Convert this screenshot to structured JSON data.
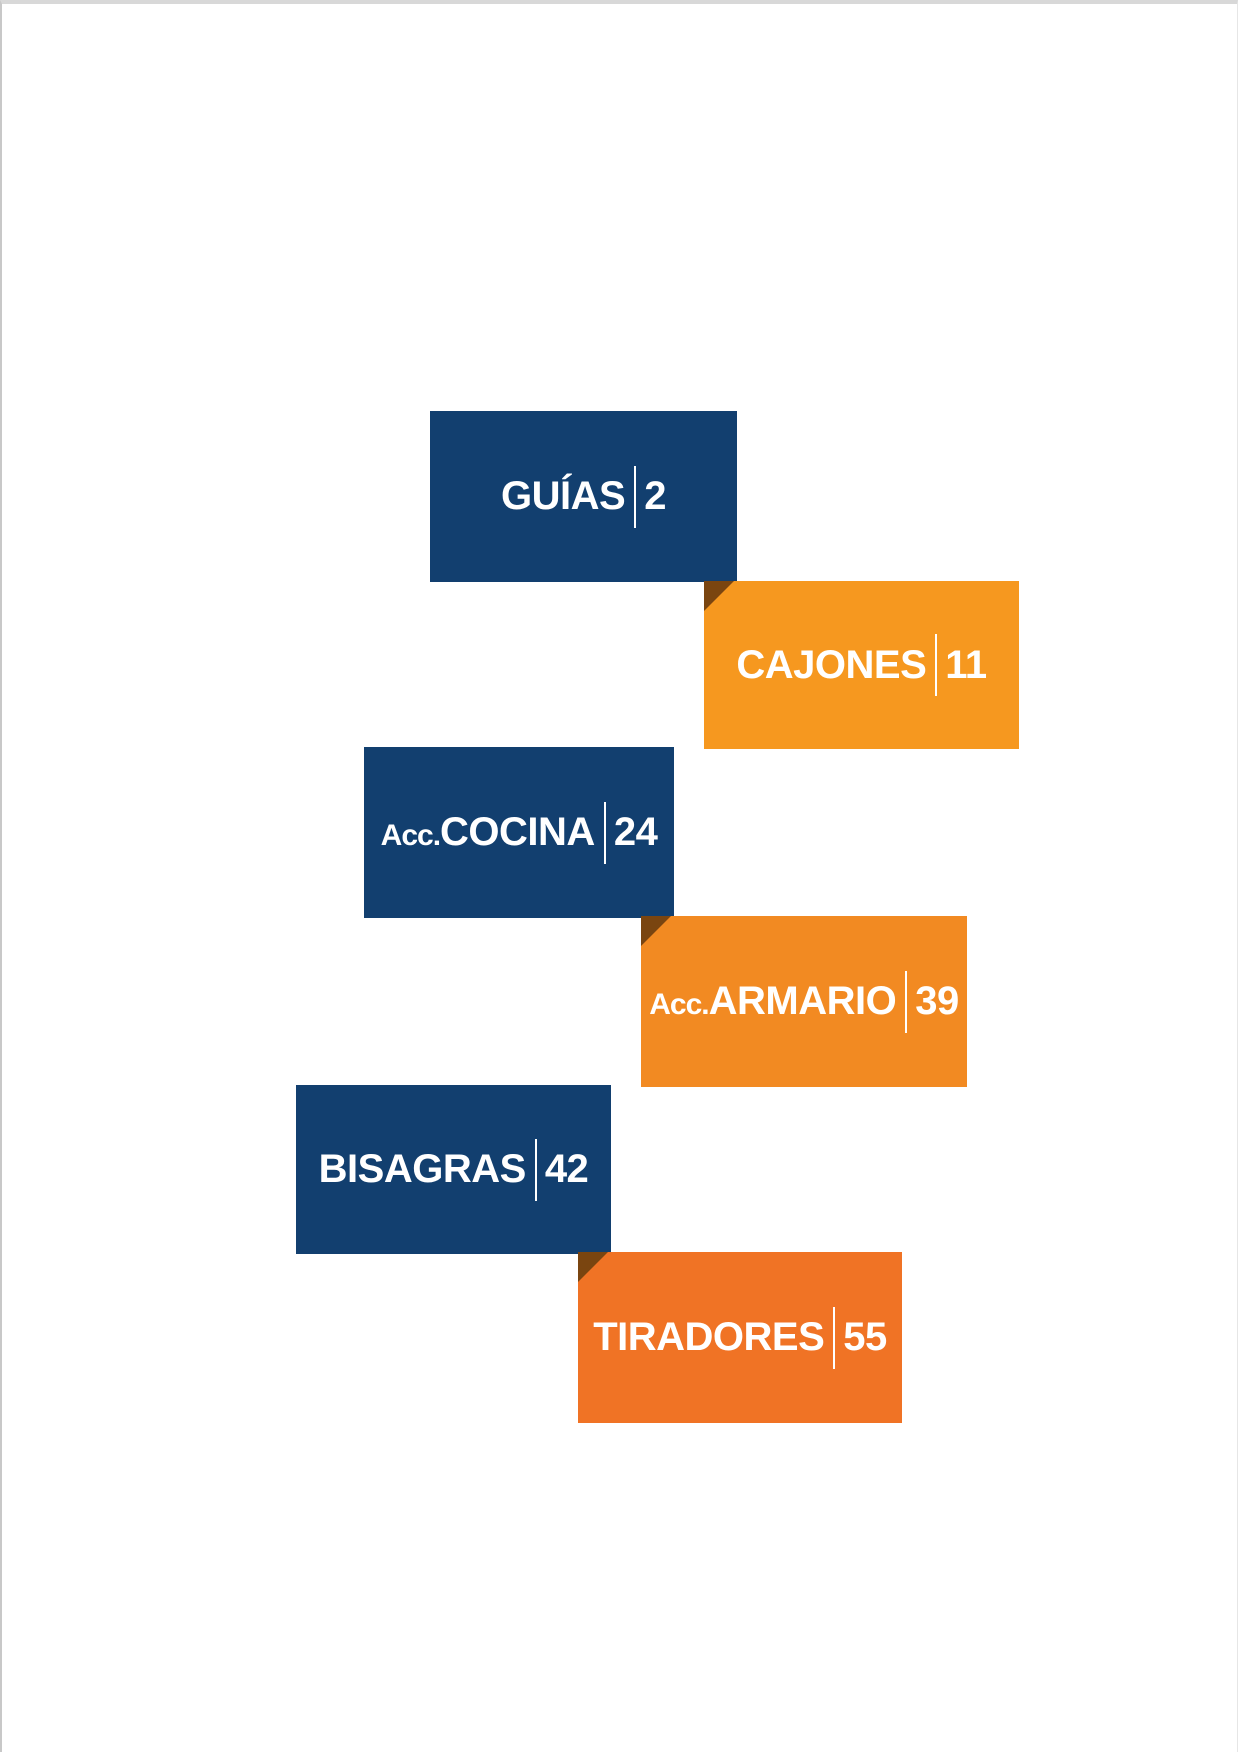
{
  "colors": {
    "navy": "#123f6f",
    "orange_light": "#f6981f",
    "orange_mid": "#f28a22",
    "orange_dark": "#f07325",
    "corner_fold": "#7a4510"
  },
  "index": {
    "items": [
      {
        "prefix": "",
        "label": "GUÍAS",
        "page": "2",
        "color": "#123f6f",
        "fold": false
      },
      {
        "prefix": "",
        "label": "CAJONES",
        "page": "11",
        "color": "#f6981f",
        "fold": true
      },
      {
        "prefix": "Acc.",
        "label": "COCINA",
        "page": "24",
        "color": "#123f6f",
        "fold": false
      },
      {
        "prefix": "Acc.",
        "label": "ARMARIO",
        "page": "39",
        "color": "#f28a22",
        "fold": true
      },
      {
        "prefix": "",
        "label": "BISAGRAS",
        "page": "42",
        "color": "#123f6f",
        "fold": false
      },
      {
        "prefix": "",
        "label": "TIRADORES",
        "page": "55",
        "color": "#f07325",
        "fold": true
      }
    ]
  }
}
